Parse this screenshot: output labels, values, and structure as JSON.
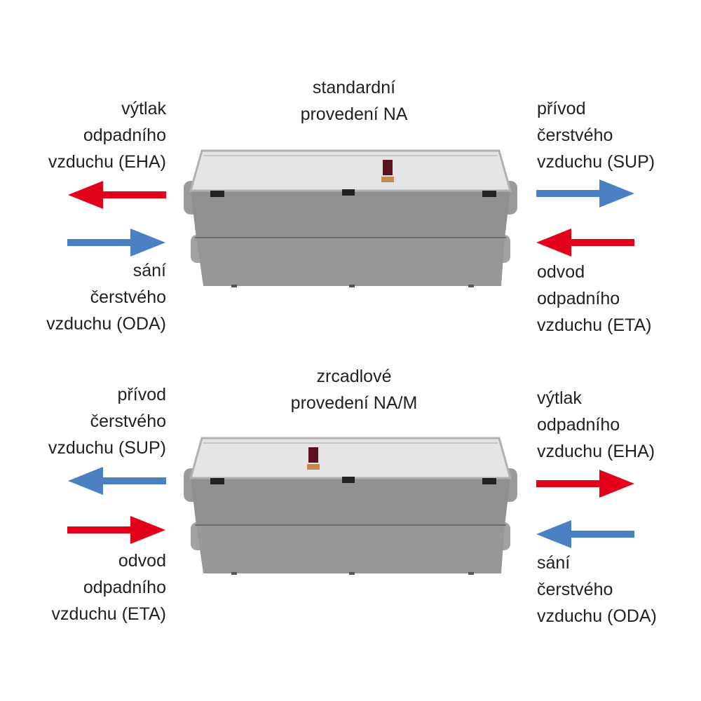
{
  "colors": {
    "exhaust_red": "#e3001b",
    "fresh_blue": "#4a7fc1"
  },
  "sections": [
    {
      "title": [
        "standardní",
        "provedení NA"
      ],
      "left_top": {
        "lines": [
          "výtlak",
          "odpadního",
          "vzduchu (EHA)"
        ],
        "arrow": "red-left"
      },
      "left_bottom": {
        "lines": [
          "sání",
          "čerstvého",
          "vzduchu (ODA)"
        ],
        "arrow": "blue-right"
      },
      "right_top": {
        "lines": [
          "přívod",
          "čerstvého",
          "vzduchu (SUP)"
        ],
        "arrow": "blue-right"
      },
      "right_bottom": {
        "lines": [
          "odvod",
          "odpadního",
          "vzduchu (ETA)"
        ],
        "arrow": "red-left"
      }
    },
    {
      "title": [
        "zrcadlové",
        "provedení NA/M"
      ],
      "left_top": {
        "lines": [
          "přívod",
          "čerstvého",
          "vzduchu (SUP)"
        ],
        "arrow": "blue-left"
      },
      "left_bottom": {
        "lines": [
          "odvod",
          "odpadního",
          "vzduchu (ETA)"
        ],
        "arrow": "red-right"
      },
      "right_top": {
        "lines": [
          "výtlak",
          "odpadního",
          "vzduchu (EHA)"
        ],
        "arrow": "red-right"
      },
      "right_bottom": {
        "lines": [
          "sání",
          "čerstvého",
          "vzduchu (ODA)"
        ],
        "arrow": "blue-left"
      }
    }
  ]
}
